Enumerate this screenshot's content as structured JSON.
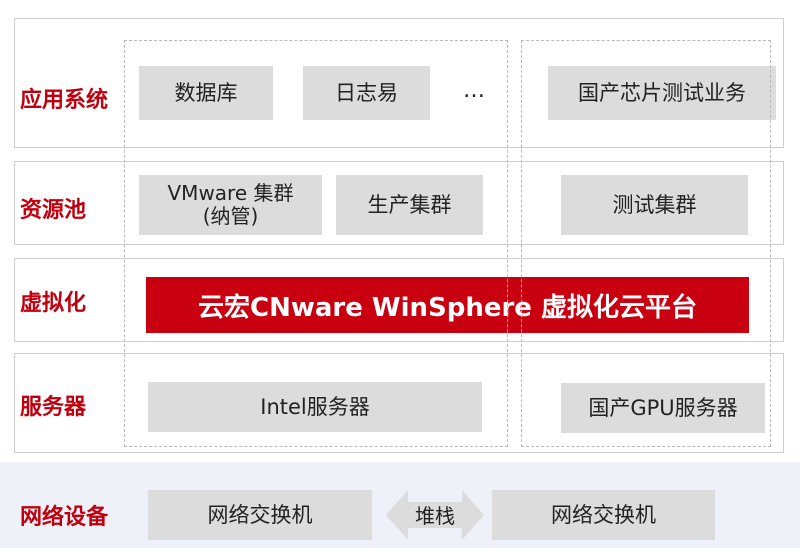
{
  "layers": {
    "app": {
      "label": "应用系统",
      "items": [
        "数据库",
        "日志易",
        "国产芯片测试业务"
      ],
      "ellipsis": "…"
    },
    "resource": {
      "label": "资源池",
      "items": [
        "VMware 集群\n(纳管)",
        "生产集群",
        "测试集群"
      ]
    },
    "virtual": {
      "label": "虚拟化",
      "platform": "云宏CNware WinSphere 虚拟化云平台"
    },
    "server": {
      "label": "服务器",
      "items": [
        "Intel服务器",
        "国产GPU服务器"
      ]
    },
    "network": {
      "label": "网络设备",
      "left_switch": "网络交换机",
      "right_switch": "网络交换机",
      "stack_label": "堆栈"
    }
  },
  "colors": {
    "accent": "#c8000f",
    "box_gray": "#dcdcdc",
    "label_red": "#c0000e"
  }
}
